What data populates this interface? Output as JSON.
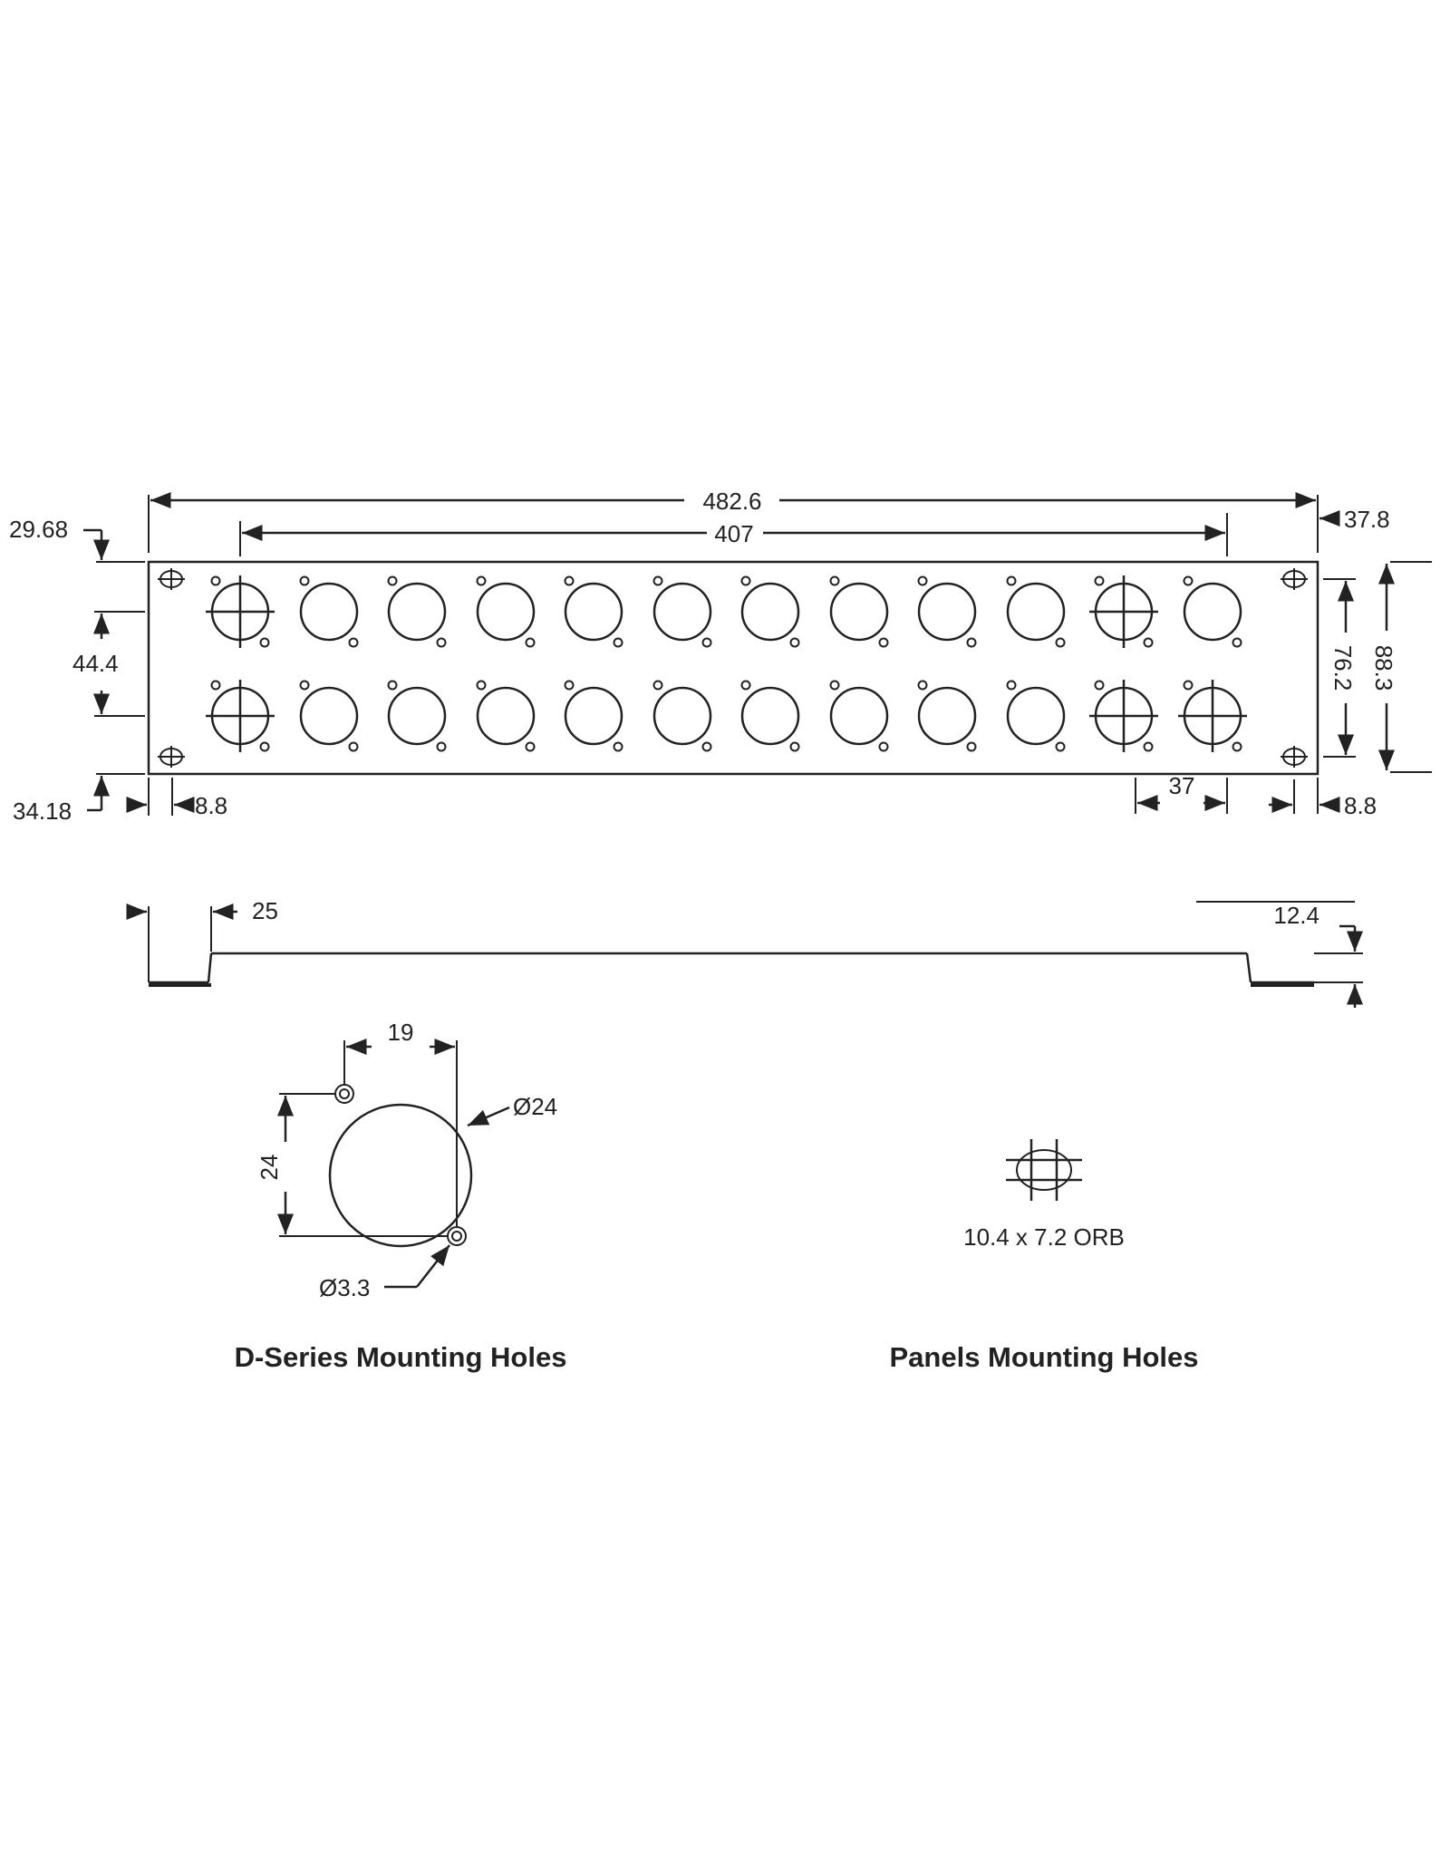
{
  "panel": {
    "overall_width": "482.6",
    "hole_span": "407",
    "top_margin": "29.68",
    "right_offset": "37.8",
    "row_spacing": "44.4",
    "mount_hole_spacing": "76.2",
    "overall_height": "88.3",
    "bottom_margin": "34.18",
    "left_edge_to_mount": "8.8",
    "connector_pitch": "37",
    "right_edge_to_mount": "8.8",
    "connectors": {
      "columns": 12,
      "rows": 2,
      "crossed_positions": [
        "top-1",
        "top-11",
        "bottom-1",
        "bottom-11",
        "bottom-12"
      ]
    }
  },
  "side_view": {
    "flange_depth": "25",
    "thickness": "12.4"
  },
  "d_series_detail": {
    "screw_spacing": "19",
    "cutout_height": "24",
    "cutout_diameter": "Ø24",
    "screw_hole_diameter": "Ø3.3",
    "caption": "D-Series Mounting Holes"
  },
  "panel_mount_detail": {
    "slot_size": "10.4 x 7.2 ORB",
    "caption": "Panels Mounting Holes"
  },
  "colors": {
    "line": "#222222",
    "background": "#ffffff"
  }
}
